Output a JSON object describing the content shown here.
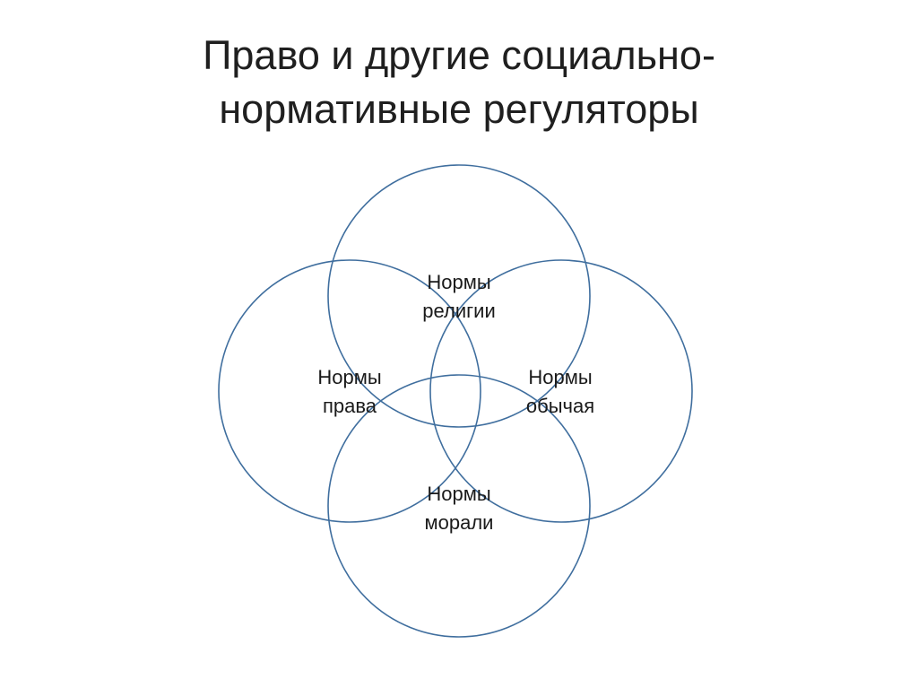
{
  "title": {
    "line1": "Право и другие социально-",
    "line2": "нормативные регуляторы"
  },
  "regulators": [
    {
      "id": "religion",
      "line1": "Нормы",
      "line2": "религии"
    },
    {
      "id": "law",
      "line1": "Нормы",
      "line2": "права"
    },
    {
      "id": "custom",
      "line1": "Нормы",
      "line2": "обычая"
    },
    {
      "id": "morality",
      "line1": "Нормы",
      "line2": "морали"
    }
  ],
  "colors": {
    "circle_stroke": "#3f6e9e",
    "text": "#1a1a1a",
    "background": "#ffffff"
  }
}
